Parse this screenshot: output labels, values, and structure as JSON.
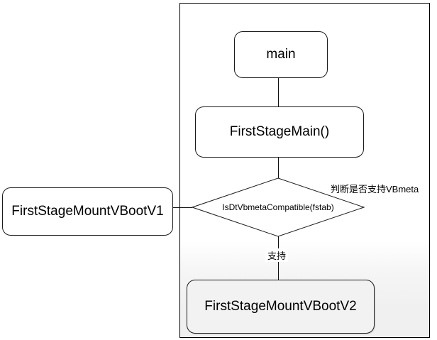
{
  "diagram": {
    "type": "flowchart",
    "title_visible": false,
    "colors": {
      "node_stroke": "#1a1a1a",
      "node_fill": "#ffffff",
      "shaded_node_fill": "#f2f2f2",
      "container_stroke": "#000000",
      "shaded_region_fill": "#f0f0f0",
      "edge_stroke": "#111111",
      "text": "#000000"
    },
    "container": {
      "name": "first-stage-init-container",
      "shaded_subregion_label": ""
    },
    "nodes": [
      {
        "id": "main",
        "label": "main",
        "shape": "rounded-rect",
        "inside_container": true
      },
      {
        "id": "first-stage-main",
        "label": "FirstStageMain()",
        "shape": "rounded-rect",
        "inside_container": true
      },
      {
        "id": "decision-vbmeta",
        "label": "IsDtVbmetaCompatible(fstab)",
        "shape": "diamond",
        "inside_container": true
      },
      {
        "id": "mount-vboot-v1",
        "label": "FirstStageMountVBootV1",
        "shape": "rounded-rect",
        "inside_container": false
      },
      {
        "id": "mount-vboot-v2",
        "label": "FirstStageMountVBootV2",
        "shape": "rounded-rect",
        "inside_container": true,
        "shaded": true
      }
    ],
    "edges": [
      {
        "id": "main-to-first-stage-main",
        "from": "main",
        "to": "first-stage-main",
        "label": "",
        "direction": "down"
      },
      {
        "id": "first-stage-main-to-decision",
        "from": "first-stage-main",
        "to": "decision-vbmeta",
        "label": "",
        "direction": "down"
      },
      {
        "id": "decision-to-v1",
        "from": "decision-vbmeta",
        "to": "mount-vboot-v1",
        "label": "",
        "direction": "left"
      },
      {
        "id": "decision-to-v2",
        "from": "decision-vbmeta",
        "to": "mount-vboot-v2",
        "label": "支持",
        "direction": "down"
      }
    ],
    "annotations": [
      {
        "id": "vbmeta-note",
        "text": "判断是否支持VBmeta"
      }
    ]
  }
}
